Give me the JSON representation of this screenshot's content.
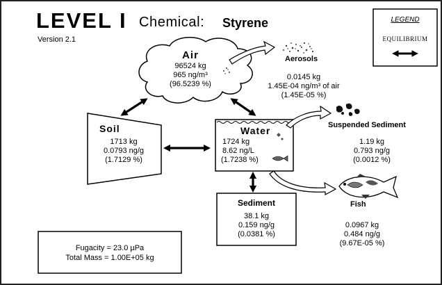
{
  "header": {
    "level": "LEVEL I",
    "chemical_label": "Chemical:",
    "chemical_name": "Styrene",
    "version": "Version 2.1"
  },
  "legend": {
    "title": "LEGEND",
    "equilibrium": "EQUILIBRIUM"
  },
  "compartments": {
    "air": {
      "title": "Air",
      "mass": "96524 kg",
      "concentration": "965 ng/m³",
      "percent": "(96.5239 %)"
    },
    "soil": {
      "title": "Soil",
      "mass": "1713 kg",
      "concentration": "0.0793 ng/g",
      "percent": "(1.7129 %)"
    },
    "water": {
      "title": "Water",
      "mass": "1724 kg",
      "concentration": "8.62 ng/L",
      "percent": "(1.7238 %)"
    },
    "sediment": {
      "title": "Sediment",
      "mass": "38.1 kg",
      "concentration": "0.159 ng/g",
      "percent": "(0.0381 %)"
    },
    "aerosols": {
      "title": "Aerosols",
      "mass": "0.0145 kg",
      "concentration": "1.45E-04 ng/m³ of air",
      "percent": "(1.45E-05 %)"
    },
    "suspended_sediment": {
      "title": "Suspended Sediment",
      "mass": "1.19 kg",
      "concentration": "0.793 ng/g",
      "percent": "(0.0012 %)"
    },
    "fish": {
      "title": "Fish",
      "mass": "0.0967 kg",
      "concentration": "0.484 ng/g",
      "percent": "(9.67E-05 %)"
    }
  },
  "summary": {
    "fugacity": "Fugacity = 23.0 µPa",
    "total_mass": "Total Mass = 1.00E+05 kg"
  }
}
